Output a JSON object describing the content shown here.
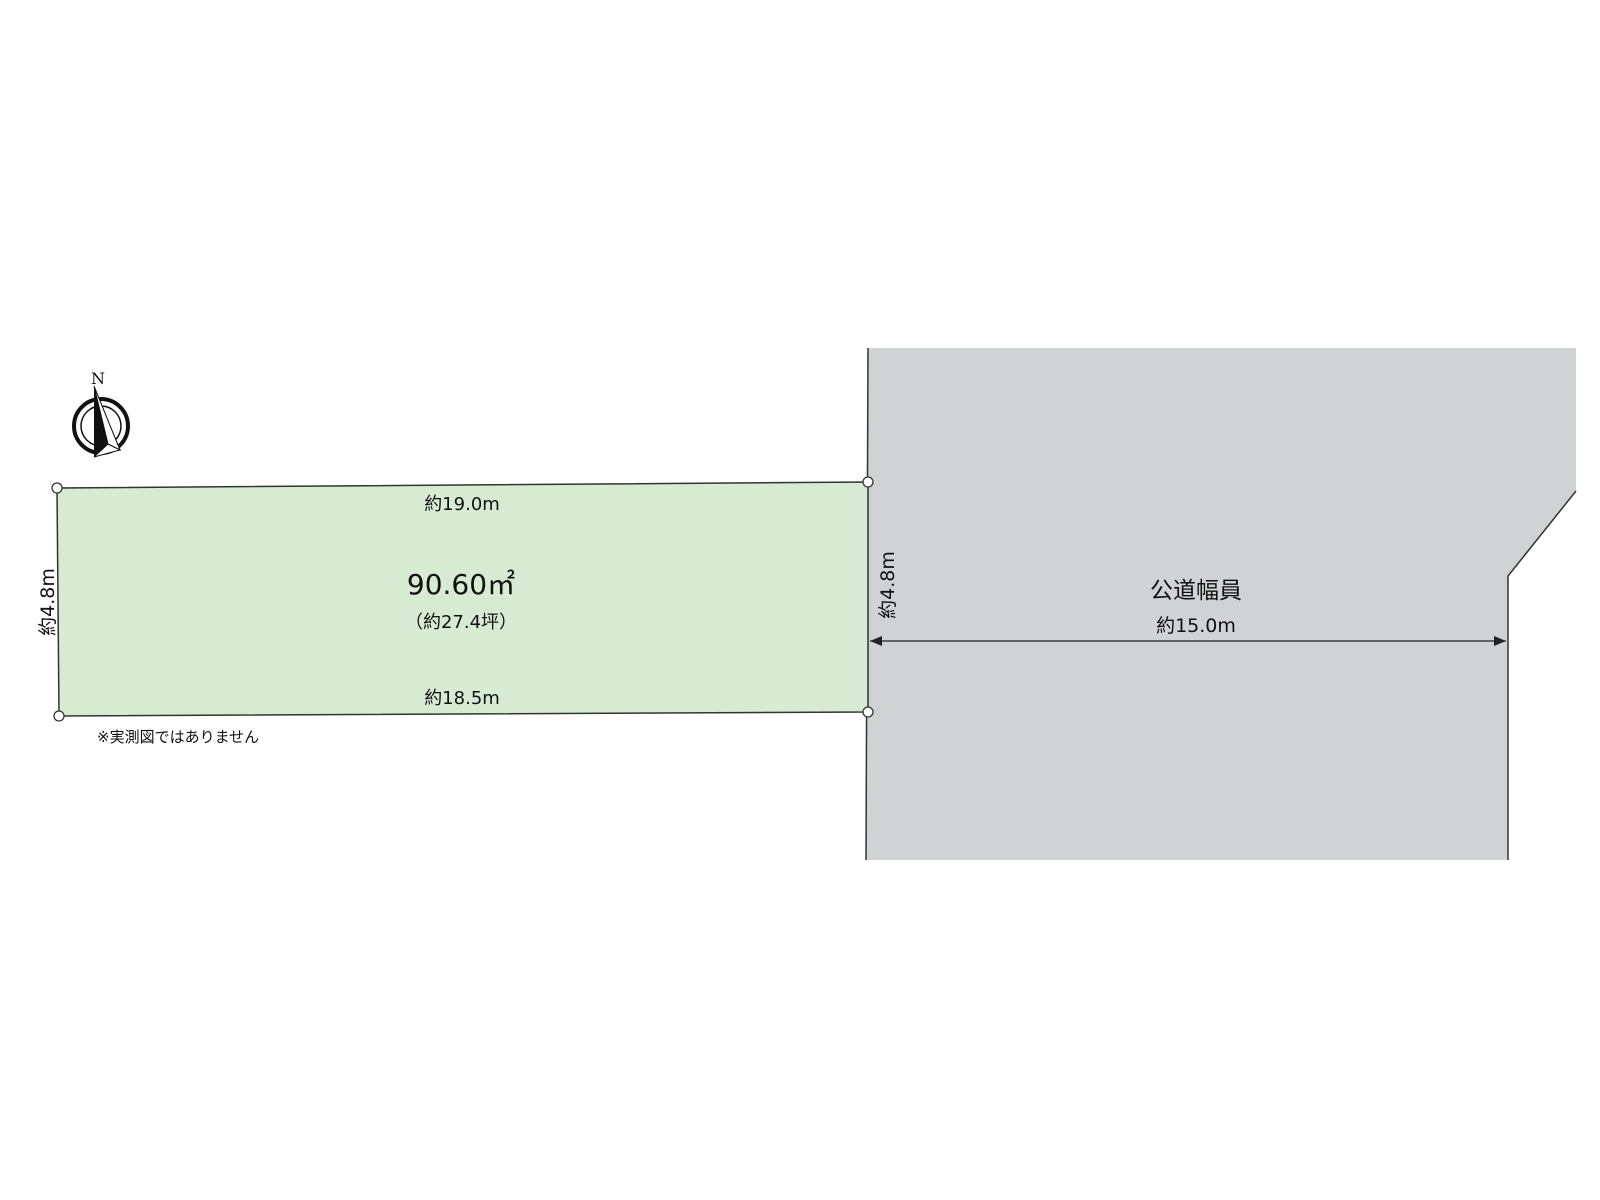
{
  "colors": {
    "lot_fill": "#d7ebd3",
    "road_fill": "#d1d2d4",
    "line": "#333333"
  },
  "compass": {
    "label": "N"
  },
  "lot": {
    "area": "90.60㎡",
    "area_tsubo": "（約27.4坪）",
    "top_side": "約19.0m",
    "bottom_side": "約18.5m",
    "left_side": "約4.8m",
    "right_side": "約4.8m"
  },
  "road": {
    "name": "公道幅員",
    "width": "約15.0m"
  },
  "note": "※実測図ではありません"
}
